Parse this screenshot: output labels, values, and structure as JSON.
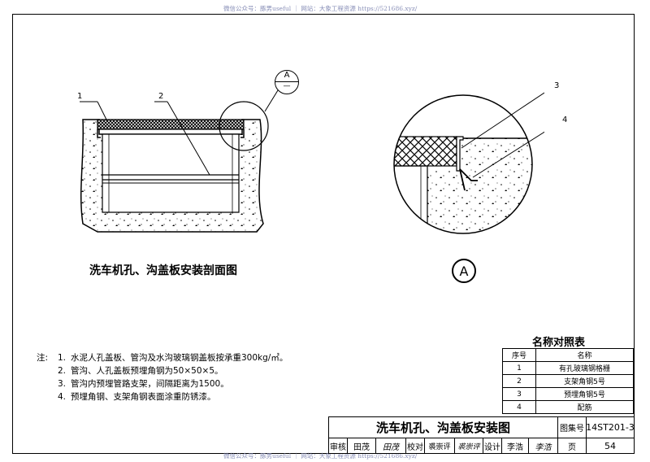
{
  "watermark": "微信公众号：豚男useful ｜ 网站：大象工程资源 https://521686.xyz/",
  "left_view": {
    "title": "洗车机孔、沟盖板安装剖面图",
    "callouts": [
      "1",
      "2"
    ],
    "detail_ref": {
      "letter": "A",
      "sub": "—"
    }
  },
  "right_view": {
    "callouts": [
      "3",
      "4"
    ],
    "detail_label": "A"
  },
  "notes": {
    "prefix": "注:",
    "items": [
      {
        "n": "1.",
        "text": "水泥人孔盖板、管沟及水沟玻璃钢盖板按承重300kg/㎡。"
      },
      {
        "n": "2.",
        "text": "管沟、人孔盖板预埋角钢为50×50×5。"
      },
      {
        "n": "3.",
        "text": "管沟内预埋管路支架，间隔距离为1500。"
      },
      {
        "n": "4.",
        "text": "预埋角钢、支架角钢表面涂重防锈漆。"
      }
    ]
  },
  "name_table": {
    "title": "名称对照表",
    "headers": [
      "序号",
      "名称"
    ],
    "rows": [
      [
        "1",
        "有孔玻璃钢格栅"
      ],
      [
        "2",
        "支架角钢5号"
      ],
      [
        "3",
        "预埋角钢5号"
      ],
      [
        "4",
        "配筋"
      ]
    ]
  },
  "title_block": {
    "drawing_title": "洗车机孔、沟盖板安装图",
    "atlas_label": "图集号",
    "atlas_no": "14ST201-3",
    "page_label": "页",
    "page_no": "54",
    "review_label": "审核",
    "reviewer": "田茂",
    "reviewer_sig": "田茂",
    "check_label": "校对",
    "checker": "裘崇评",
    "checker_sig": "裘崇评",
    "design_label": "设计",
    "designer": "李浩",
    "designer_sig": "李浩"
  }
}
